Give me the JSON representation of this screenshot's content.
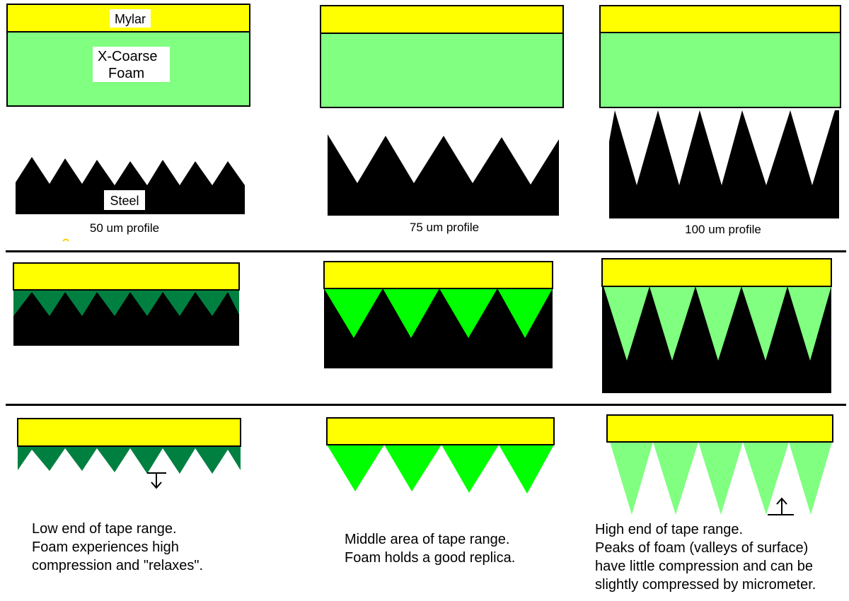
{
  "labels": {
    "mylar": "Mylar",
    "foam_line1": "X-Coarse",
    "foam_line2": "Foam",
    "steel": "Steel"
  },
  "profiles": [
    {
      "caption": "50 um profile"
    },
    {
      "caption": "75 um profile"
    },
    {
      "caption": "100 um profile"
    }
  ],
  "notes": [
    {
      "lines": [
        "Low end of tape range.",
        "Foam experiences high",
        "compression and \"relaxes\"."
      ]
    },
    {
      "lines": [
        "Middle area of tape range.",
        "Foam holds a good replica."
      ]
    },
    {
      "lines": [
        "High end of tape range.",
        "Peaks of foam (valleys of surface)",
        "have little compression and can be",
        "slightly compressed by micrometer."
      ]
    }
  ],
  "colors": {
    "mylar": "#ffff00",
    "foam_light": "#80ff80",
    "foam_dark": "#008040",
    "foam_bright": "#00ff00",
    "steel": "#000000"
  }
}
